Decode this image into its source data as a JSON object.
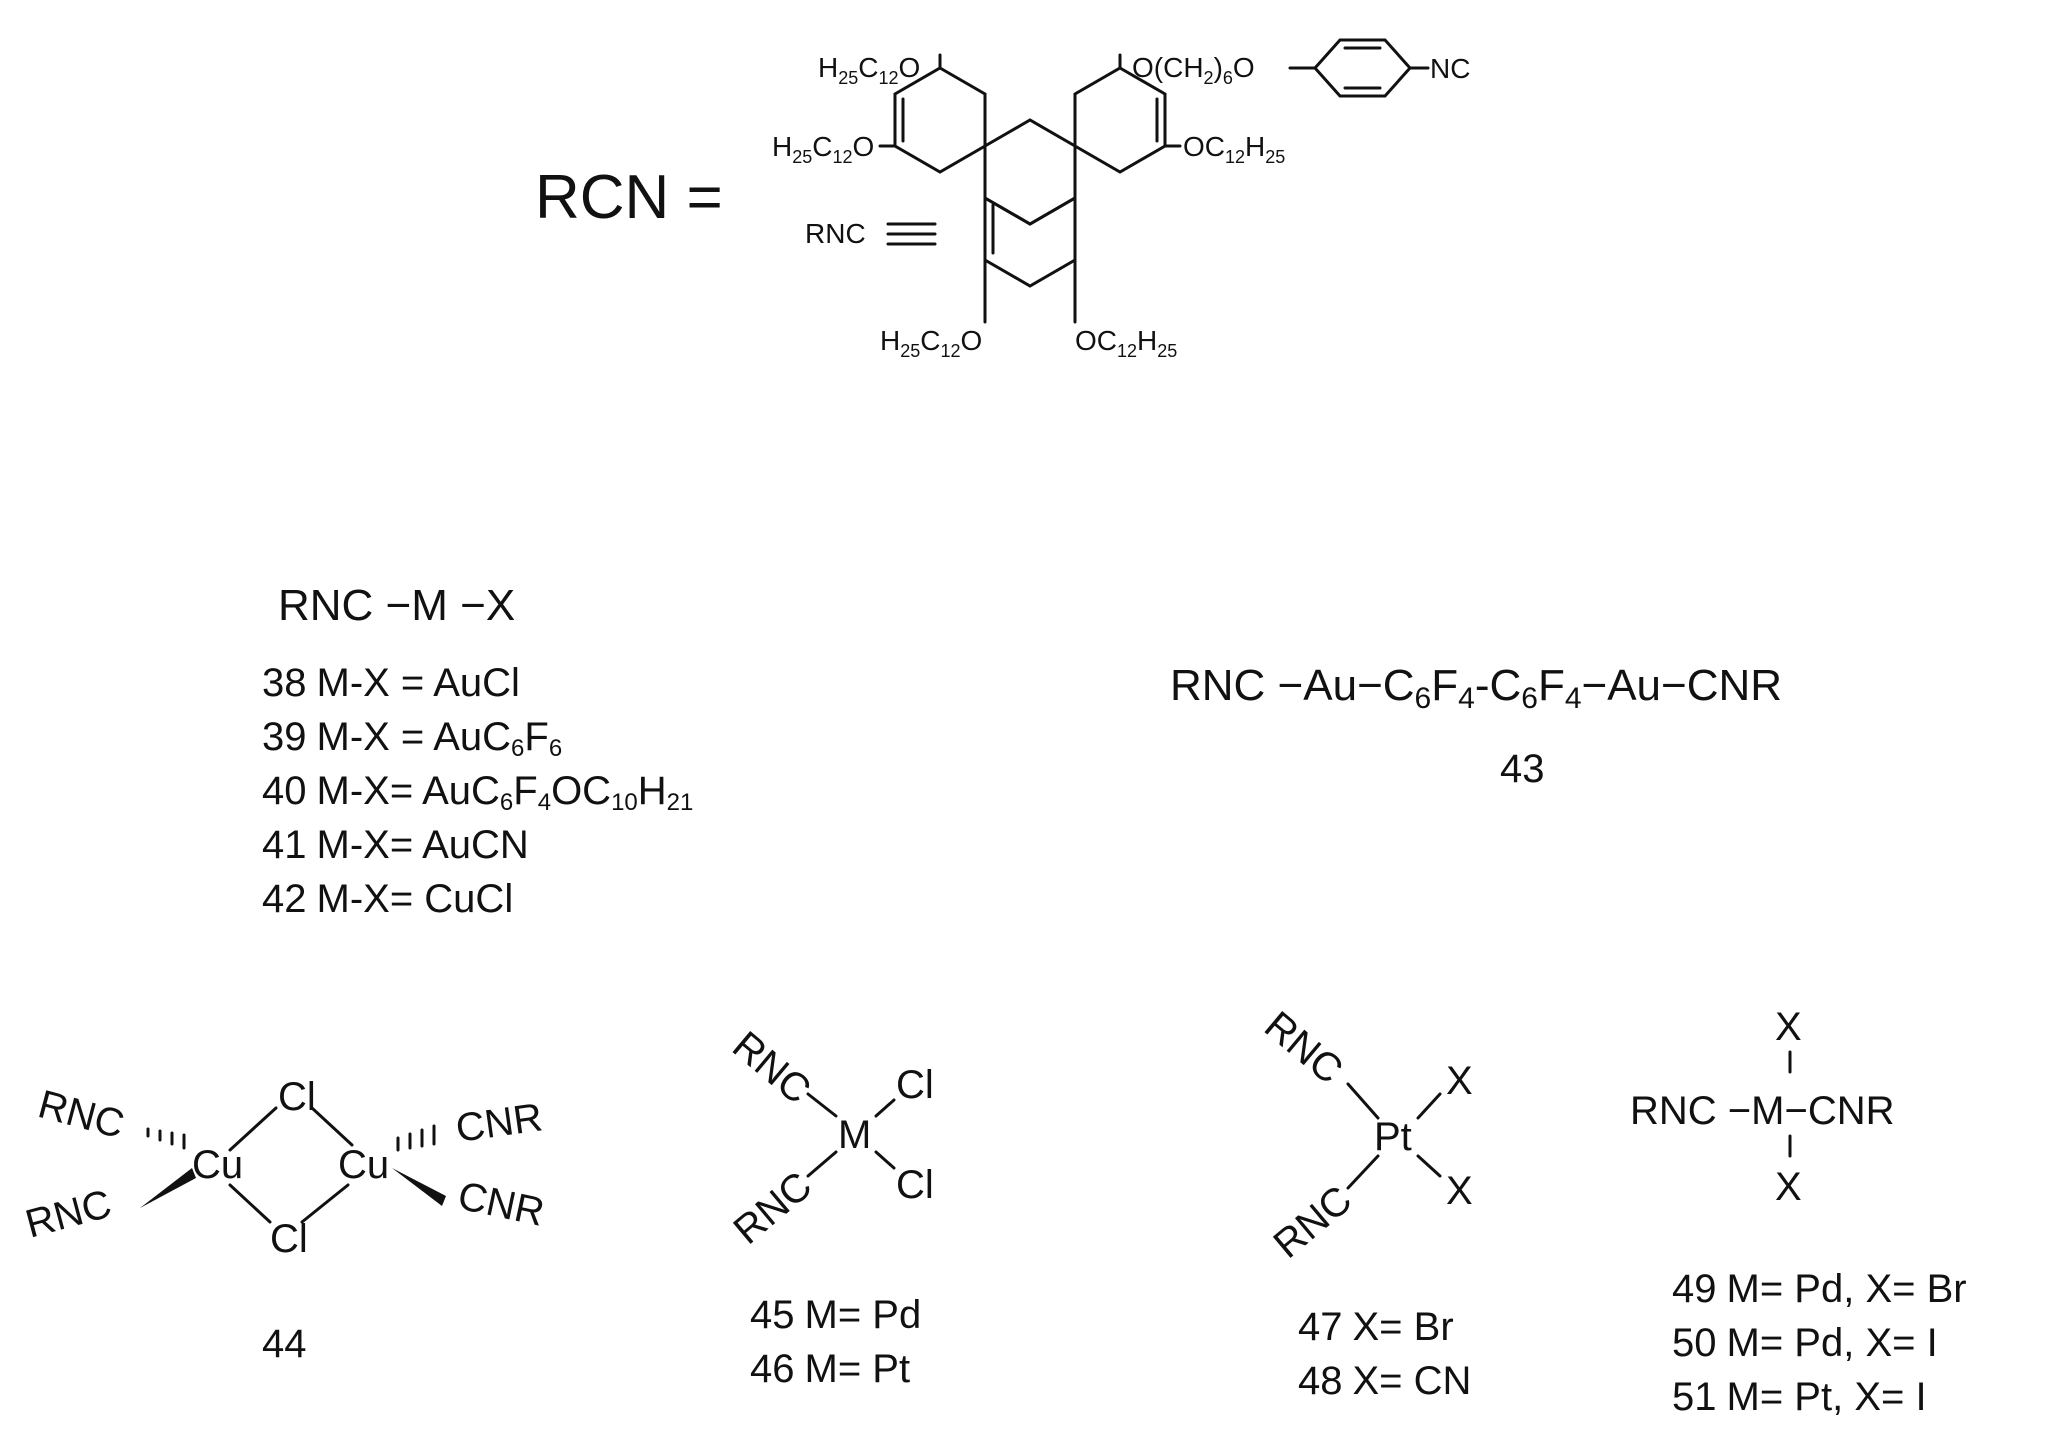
{
  "rcn": {
    "label": "RCN =",
    "rnc_prefix": "RNC",
    "sub_h25": "25",
    "sub_c12": "12",
    "sub_6": "6",
    "sub_2": "2",
    "sub_12": "12",
    "sub_25": "25",
    "txt_H": "H",
    "txt_C": "C",
    "txt_O": "O",
    "txt_OC": "OC",
    "txt_OCH": "O(CH",
    "txt_paren": ")",
    "txt_O2": "O",
    "txt_NC": "NC"
  },
  "group_38_42": {
    "formula": "RNC −M −X",
    "rows": [
      {
        "num": "38",
        "text": "M-X = AuCl"
      },
      {
        "num": "39",
        "text": "M-X = AuC",
        "sub1": "6",
        "mid": "F",
        "sub2": "6"
      },
      {
        "num": "40",
        "text": "M-X= AuC",
        "sub1": "6",
        "mid": "F",
        "sub2": "4",
        "mid2": "OC",
        "sub3": "10",
        "mid3": "H",
        "sub4": "21"
      },
      {
        "num": "41",
        "text": "M-X= AuCN"
      },
      {
        "num": "42",
        "text": "M-X= CuCl"
      }
    ]
  },
  "compound_43": {
    "parts": [
      "RNC −Au−C",
      "6",
      "F",
      "4",
      "-C",
      "6",
      "F",
      "4",
      "−Au−CNR"
    ],
    "number": "43"
  },
  "compound_44": {
    "rnc_top": "RNC",
    "rnc_bottom": "RNC",
    "cnr_top": "CNR",
    "cnr_bottom": "CNR",
    "cu_left": "Cu",
    "cu_right": "Cu",
    "cl_top": "Cl",
    "cl_bottom": "Cl",
    "number": "44"
  },
  "compound_45_46": {
    "rnc_top": "RNC",
    "rnc_bottom": "RNC",
    "metal": "M",
    "cl_top": "Cl",
    "cl_bottom": "Cl",
    "rows": [
      {
        "num": "45",
        "text": "M= Pd"
      },
      {
        "num": "46",
        "text": "M= Pt"
      }
    ]
  },
  "compound_47_48": {
    "rnc_top": "RNC",
    "rnc_bottom": "RNC",
    "metal": "Pt",
    "x_top": "X",
    "x_bottom": "X",
    "rows": [
      {
        "num": "47",
        "text": "X= Br"
      },
      {
        "num": "48",
        "text": "X= CN"
      }
    ]
  },
  "compound_49_51": {
    "formula": "RNC −M−CNR",
    "x_top": "X",
    "x_bottom": "X",
    "rows": [
      {
        "num": "49",
        "text": "M= Pd, X= Br"
      },
      {
        "num": "50",
        "text": "M= Pd, X= I"
      },
      {
        "num": "51",
        "text": "M= Pt, X= I"
      }
    ]
  }
}
